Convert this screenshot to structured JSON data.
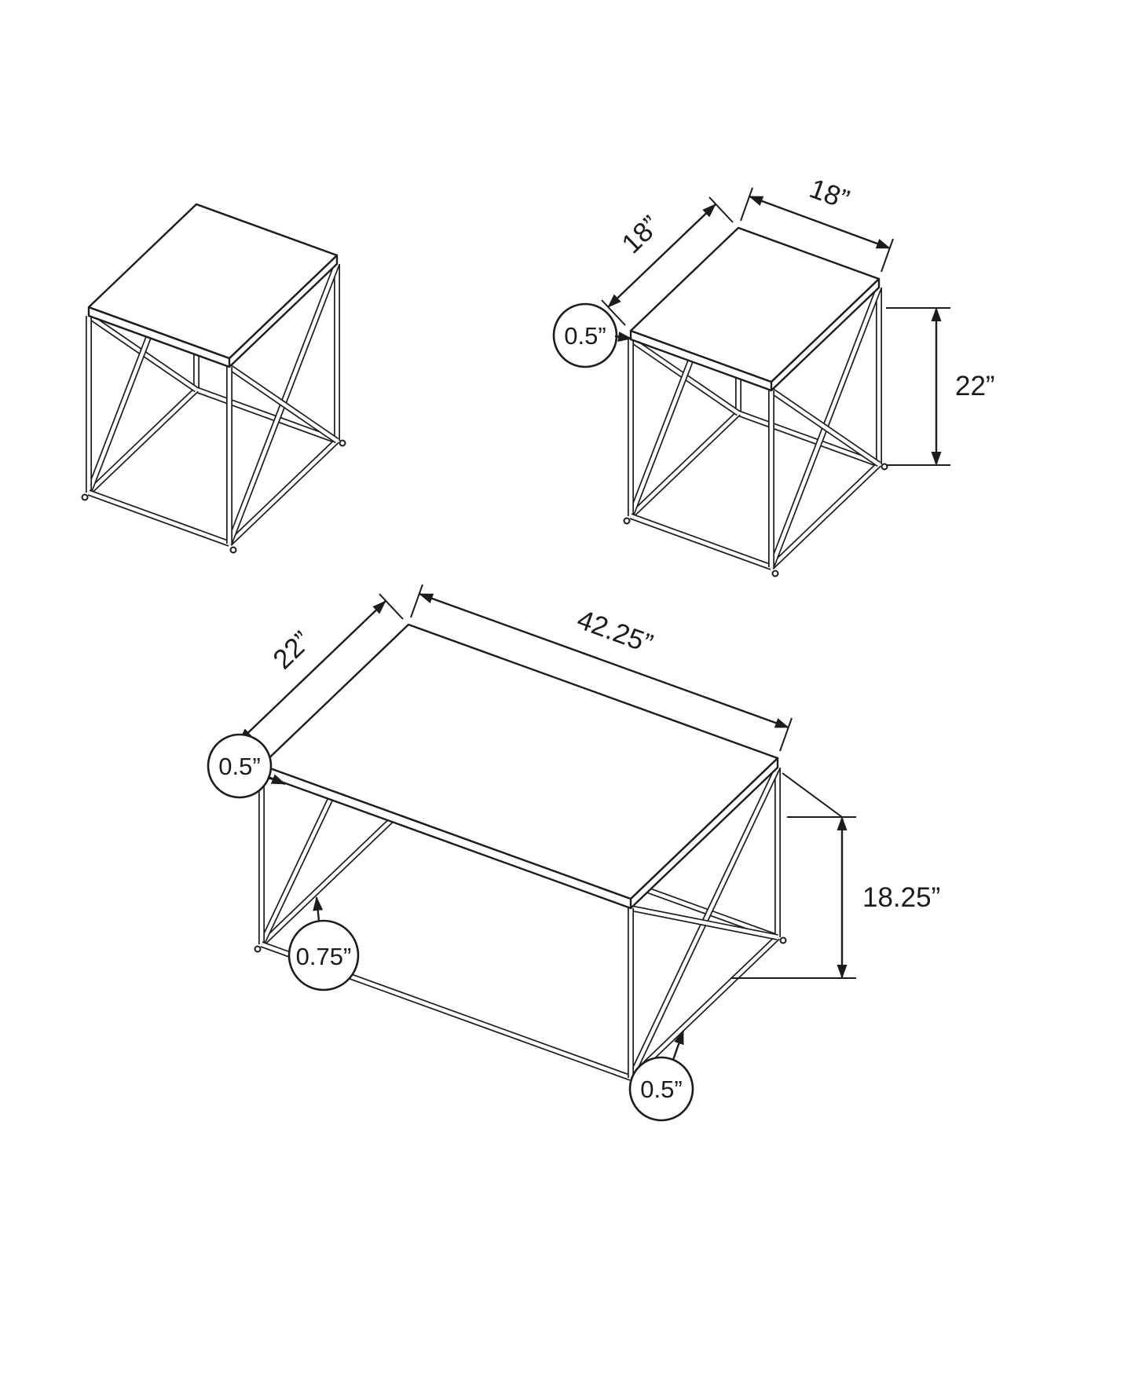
{
  "page": {
    "background": "#ffffff",
    "line_color": "#1c1c1c",
    "description": "Three-piece accent table set dimension drawing"
  },
  "labels": {
    "end_table": {
      "depth": "18”",
      "width": "18”",
      "height": "22”",
      "top_thickness": "0.5”"
    },
    "coffee_table": {
      "depth": "22”",
      "width": "42.25”",
      "height": "18.25”",
      "top_thickness": "0.5”",
      "frame_thickness": "0.75”",
      "shelf_thickness": "0.5”"
    }
  }
}
